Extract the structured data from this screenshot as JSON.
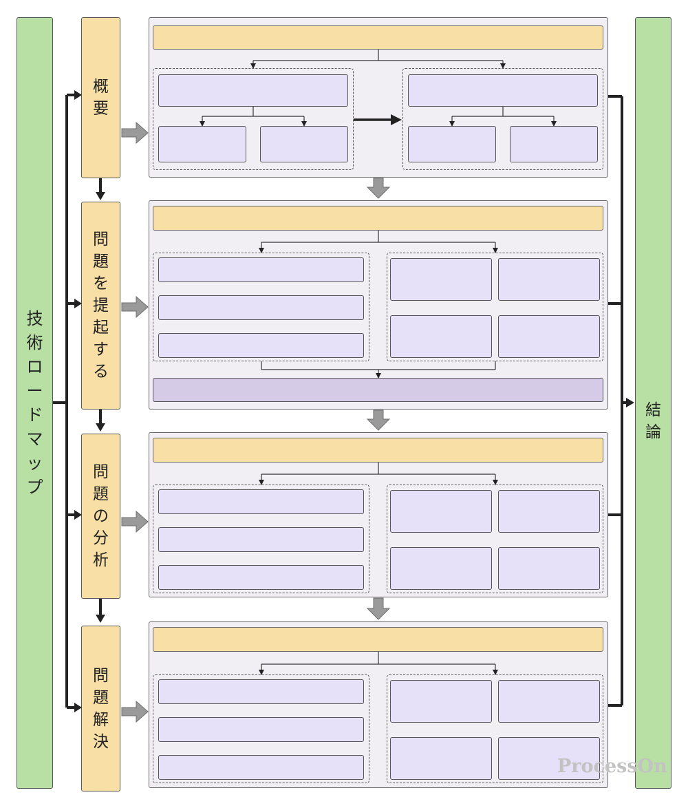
{
  "left_label": "技術ロードマップ",
  "right_label": "結論",
  "stages": [
    {
      "label": "概要"
    },
    {
      "label": "問題を提起する"
    },
    {
      "label": "問題の分析"
    },
    {
      "label": "問題解決"
    }
  ],
  "watermark": "ProcessOn",
  "colors": {
    "green": "#b8e0a4",
    "tan": "#f7dfa6",
    "panel": "#f1eff4",
    "box": "#e6e1f8",
    "bar": "#d6cbe6",
    "arrow_gray": "#9a9a9a",
    "line_dark": "#222222"
  }
}
